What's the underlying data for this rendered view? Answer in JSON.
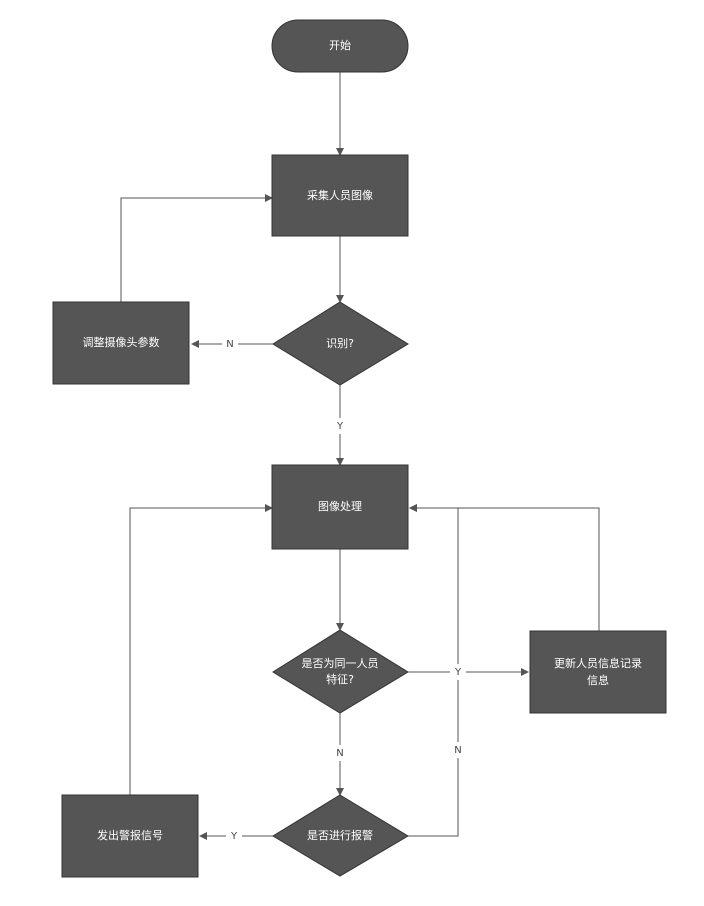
{
  "nodes": {
    "start": "开始",
    "acquire_image": "采集人员图像",
    "decision_detect": "识别?",
    "adjust_camera": "调整摄像头参数",
    "process_image": "图像处理",
    "decision_same_person": [
      "是否为同一人员",
      "特征?"
    ],
    "update_person_record": [
      "更新人员信息记录",
      "信息"
    ],
    "decision_alarm": "是否进行报警",
    "issue_alarm": "发出警报信号"
  },
  "edge_labels": {
    "detect_no": "N",
    "detect_yes": "Y",
    "same_no": "N",
    "same_yes": "Y",
    "alarm_yes": "Y",
    "alarm_no": "N"
  },
  "colors": {
    "node_fill": "#555555",
    "line": "#555555"
  }
}
